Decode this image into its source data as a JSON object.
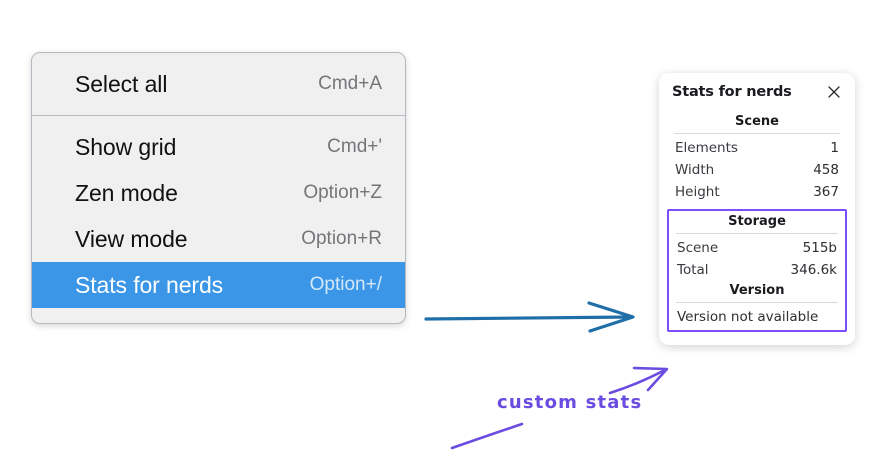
{
  "context_menu": {
    "name": "canvas-context-menu",
    "groups": [
      {
        "items": [
          {
            "label": "Select all",
            "accel": "Cmd+A",
            "highlighted": false
          }
        ]
      },
      {
        "items": [
          {
            "label": "Show grid",
            "accel": "Cmd+'",
            "highlighted": false
          },
          {
            "label": "Zen mode",
            "accel": "Option+Z",
            "highlighted": false
          },
          {
            "label": "View mode",
            "accel": "Option+R",
            "highlighted": false
          },
          {
            "label": "Stats for nerds",
            "accel": "Option+/",
            "highlighted": true
          }
        ]
      }
    ],
    "highlight_color": "#3b96e8"
  },
  "stats_panel": {
    "title": "Stats for nerds",
    "close_icon": "close-icon",
    "sections": [
      {
        "heading": "Scene",
        "rows": [
          {
            "key": "Elements",
            "value": "1"
          },
          {
            "key": "Width",
            "value": "458"
          },
          {
            "key": "Height",
            "value": "367"
          }
        ]
      },
      {
        "heading": "Storage",
        "rows": [
          {
            "key": "Scene",
            "value": "515b"
          },
          {
            "key": "Total",
            "value": "346.6k"
          }
        ]
      },
      {
        "heading": "Version",
        "note": "Version not available"
      }
    ],
    "highlight_border_color": "#7c4dff"
  },
  "annotations": {
    "custom_stats_label": "custom stats",
    "arrow_blue_color": "#1f6ea8",
    "arrow_purple_color": "#6b4ce0"
  }
}
